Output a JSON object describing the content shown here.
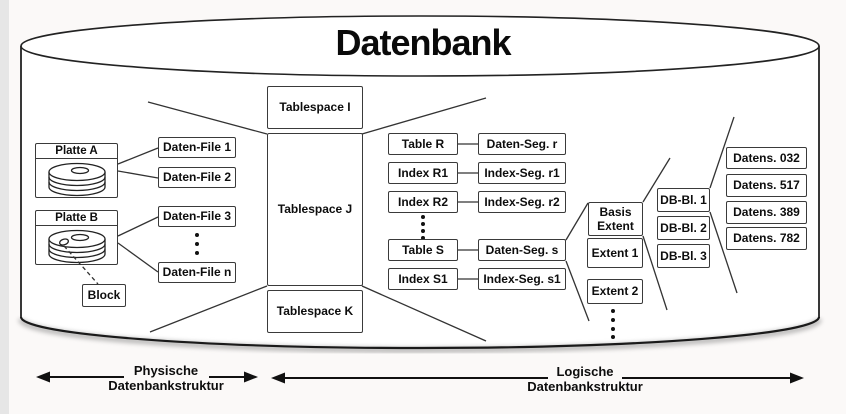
{
  "title": "Datenbank",
  "physical": {
    "disk_a": "Platte A",
    "disk_b": "Platte B",
    "block": "Block",
    "data_files": [
      "Daten-File 1",
      "Daten-File 2",
      "Daten-File 3",
      "Daten-File n"
    ]
  },
  "tablespaces": [
    "Tablespace I",
    "Tablespace J",
    "Tablespace K"
  ],
  "segments": [
    {
      "object": "Table R",
      "segment": "Daten-Seg. r"
    },
    {
      "object": "Index R1",
      "segment": "Index-Seg. r1"
    },
    {
      "object": "Index R2",
      "segment": "Index-Seg. r2"
    },
    {
      "object": "Table S",
      "segment": "Daten-Seg. s"
    },
    {
      "object": "Index S1",
      "segment": "Index-Seg. s1"
    }
  ],
  "extents": {
    "basis_line1": "Basis",
    "basis_line2": "Extent",
    "extent_1": "Extent 1",
    "extent_2": "Extent 2"
  },
  "db_blocks": [
    "DB-Bl. 1",
    "DB-Bl. 2",
    "DB-Bl. 3"
  ],
  "records": [
    "Datens. 032",
    "Datens. 517",
    "Datens. 389",
    "Datens. 782"
  ],
  "legend": {
    "physical_line1": "Physische",
    "physical_line2": "Datenbankstruktur",
    "logical_line1": "Logische",
    "logical_line2": "Datenbankstruktur"
  }
}
